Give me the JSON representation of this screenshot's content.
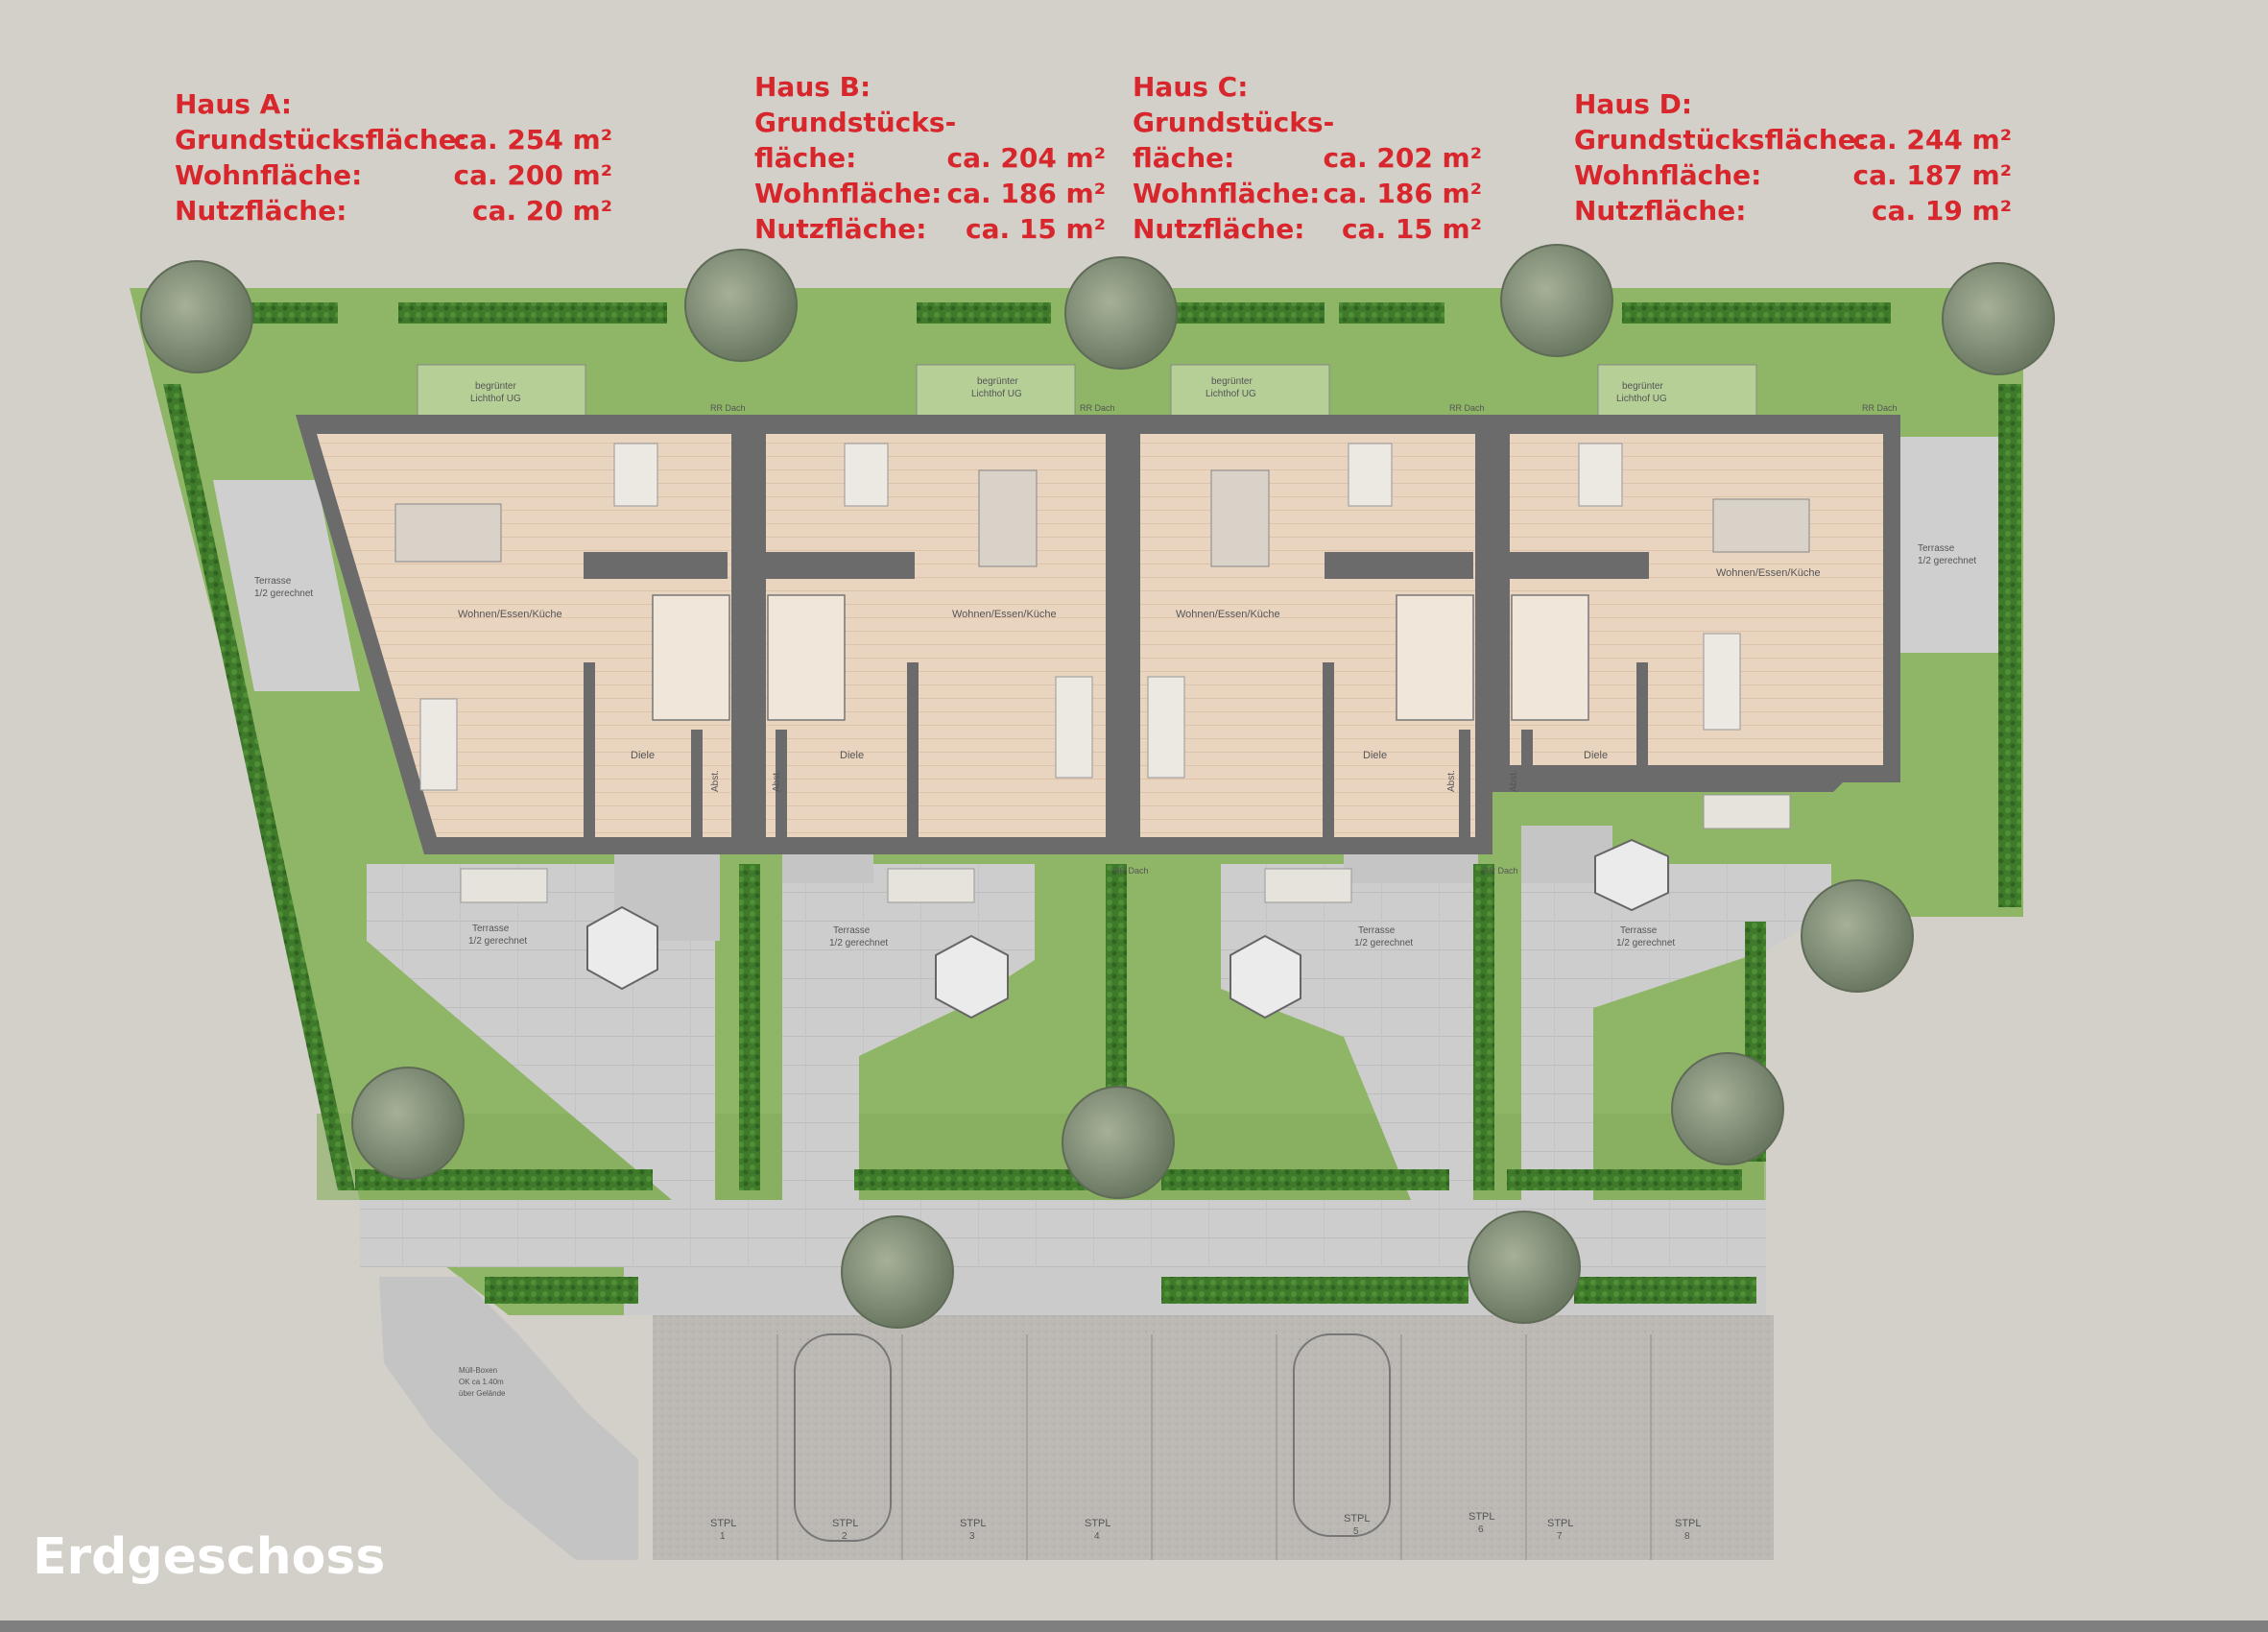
{
  "houses": [
    {
      "title": "Haus A:",
      "rows": [
        {
          "label": "Grundstücksfläche:",
          "value": "ca. 254 m²"
        },
        {
          "label": "Wohnfläche:",
          "value": "ca. 200 m²"
        },
        {
          "label": "Nutzfläche:",
          "value": "ca. 20 m²"
        }
      ]
    },
    {
      "title": "Haus B:",
      "rows": [
        {
          "label": "Grundstücks-",
          "value": ""
        },
        {
          "label": "fläche:",
          "value": "ca. 204 m²"
        },
        {
          "label": "Wohnfläche:",
          "value": "ca. 186 m²"
        },
        {
          "label": "Nutzfläche:",
          "value": "ca. 15 m²"
        }
      ]
    },
    {
      "title": "Haus C:",
      "rows": [
        {
          "label": "Grundstücks-",
          "value": ""
        },
        {
          "label": "fläche:",
          "value": "ca. 202 m²"
        },
        {
          "label": "Wohnfläche:",
          "value": "ca. 186 m²"
        },
        {
          "label": "Nutzfläche:",
          "value": "ca. 15 m²"
        }
      ]
    },
    {
      "title": "Haus D:",
      "rows": [
        {
          "label": "Grundstücksfläche:",
          "value": "ca. 244 m²"
        },
        {
          "label": "Wohnfläche:",
          "value": "ca. 187 m²"
        },
        {
          "label": "Nutzfläche:",
          "value": "ca. 19 m²"
        }
      ]
    }
  ],
  "floor_title": "Erdgeschoss",
  "plan_labels": {
    "living": "Wohnen/Essen/Küche",
    "hall": "Diele",
    "storage": "Abst.",
    "terrace_1": "Terrasse",
    "terrace_2": "1/2 gerechnet",
    "lightwell_1": "begrünter",
    "lightwell_2": "Lichthof UG",
    "roof": "RR Dach",
    "bins_1": "Müll-Boxen",
    "bins_2": "OK ca 1.40m",
    "bins_3": "über Gelände",
    "parking": "STPL",
    "parking_numbers": [
      "1",
      "2",
      "3",
      "4",
      "5",
      "6",
      "7",
      "8"
    ]
  },
  "colors": {
    "label_red": "#d7262c",
    "background": "#d3d0c9",
    "lawn": "#8fb567",
    "wall": "#6b6b6b",
    "floor": "#e8d3bd",
    "paving": "#c9c9c9",
    "hedge": "#3f7a2b",
    "gravel": "#bdbab6"
  }
}
